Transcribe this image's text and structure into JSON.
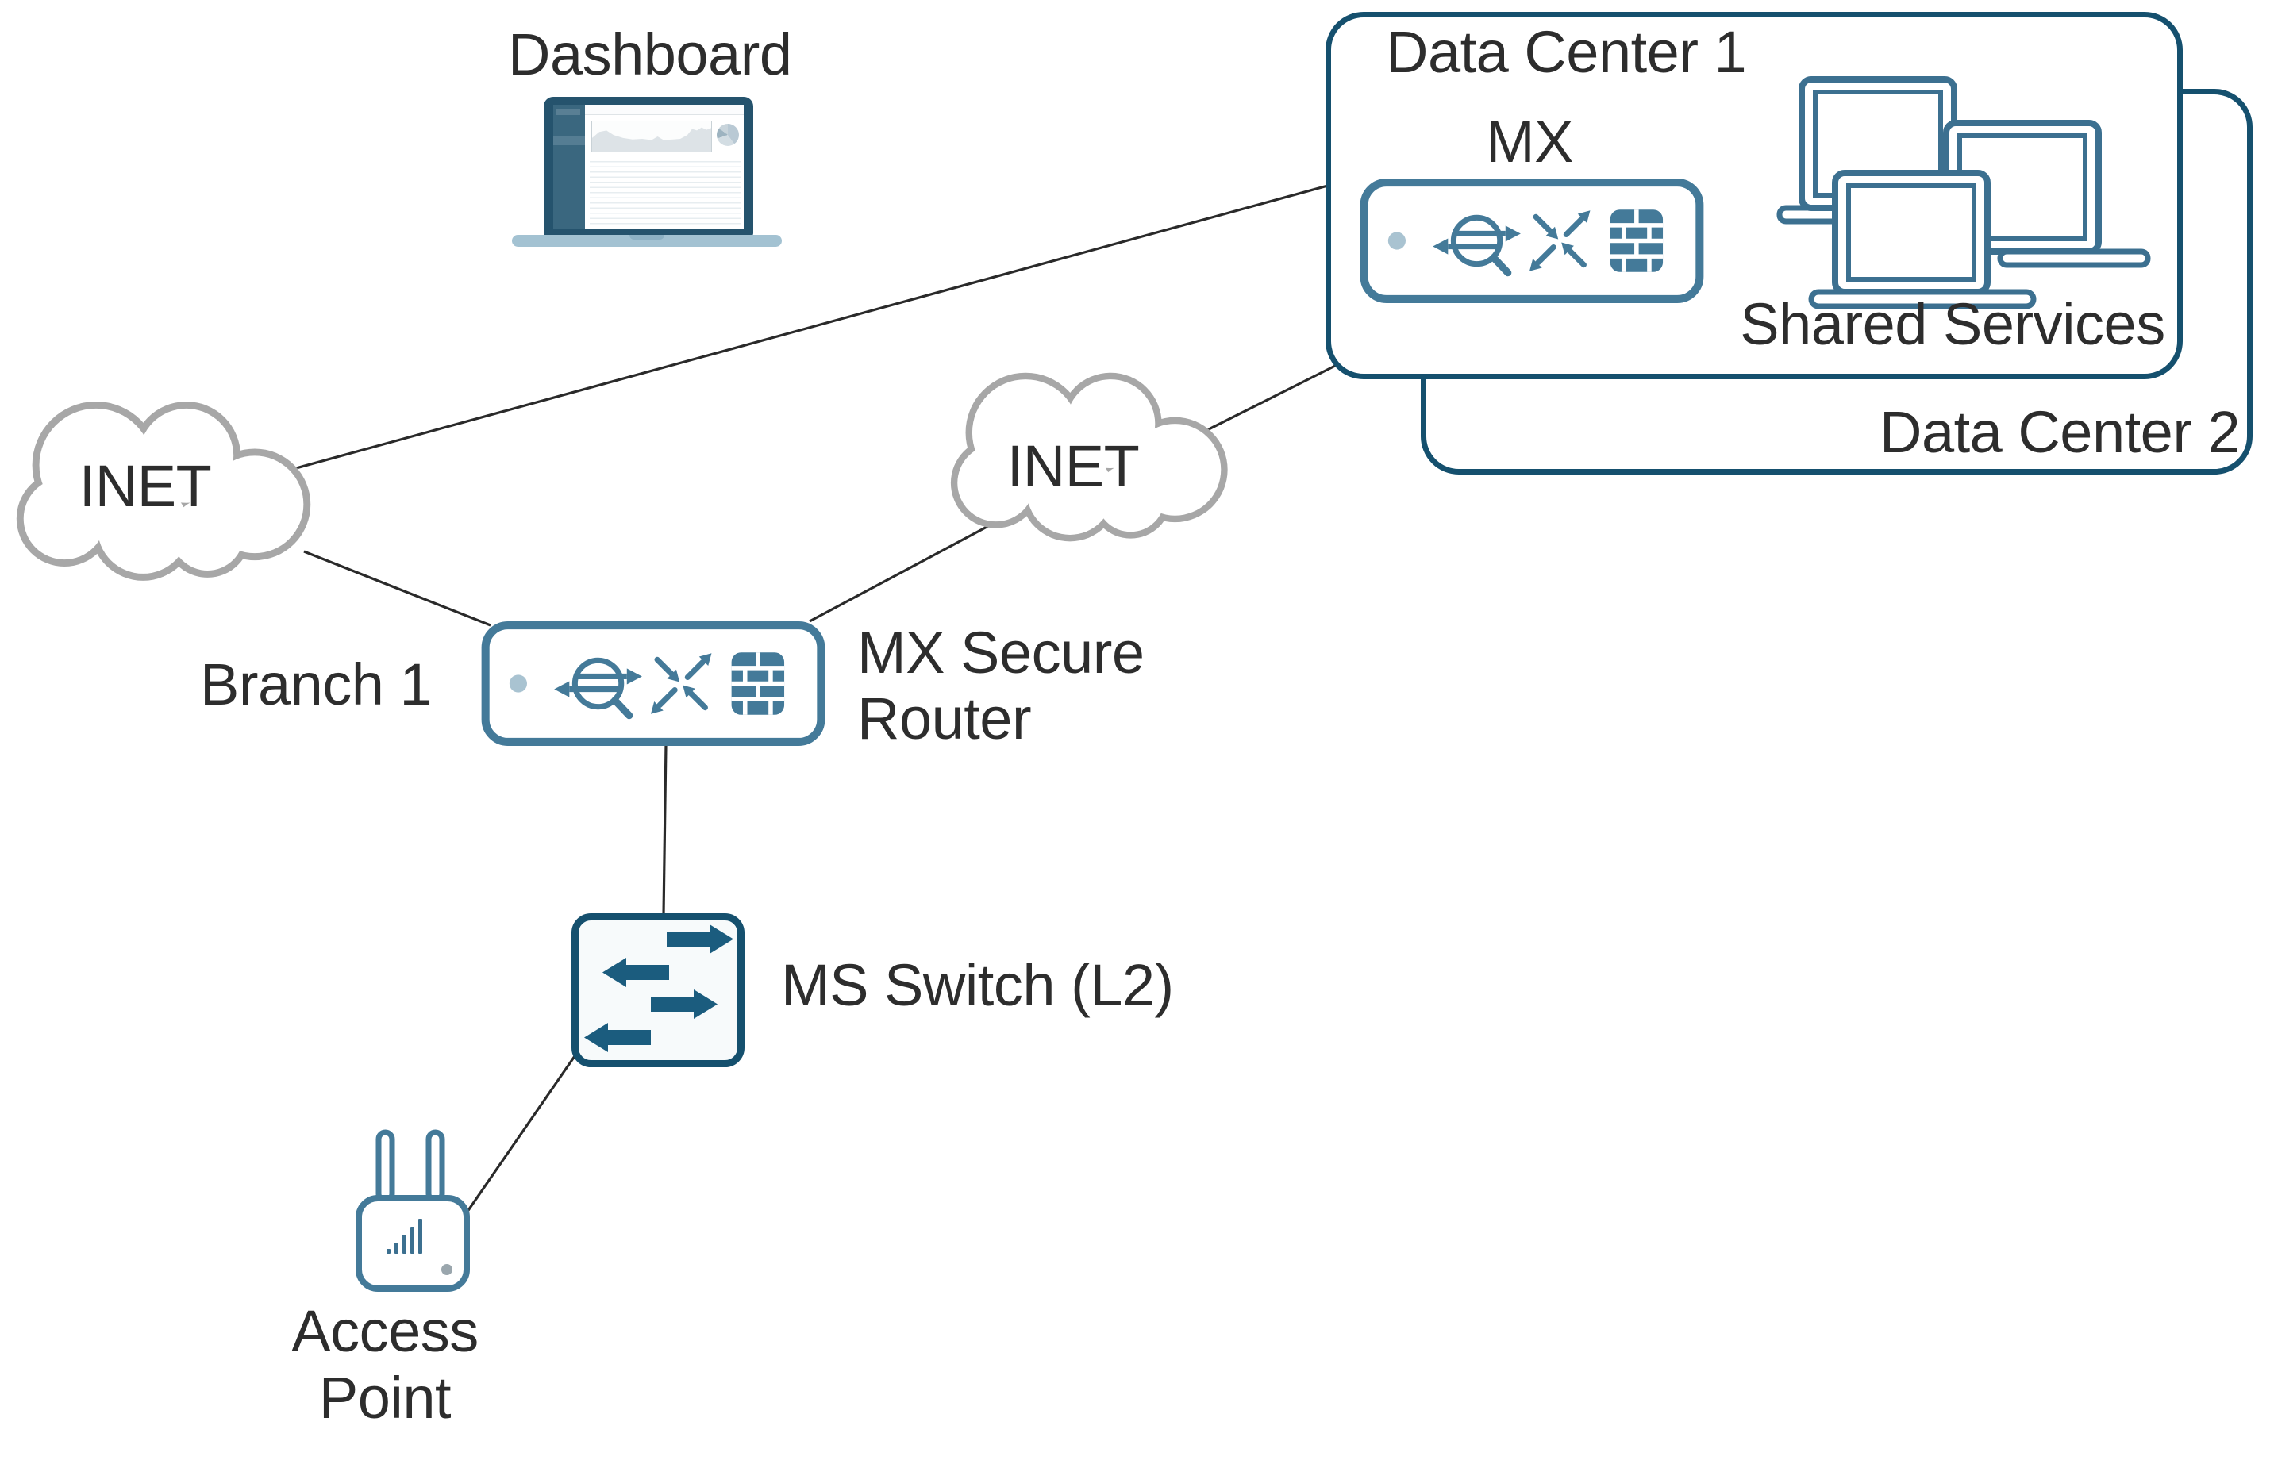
{
  "labels": {
    "dashboard": "Dashboard",
    "data_center_1": "Data Center 1",
    "dc_mx": "MX",
    "shared_services": "Shared Services",
    "data_center_2": "Data Center 2",
    "inet_left": "INET",
    "inet_right": "INET",
    "branch": "Branch 1",
    "branch_router": "MX Secure Router",
    "switch": "MS Switch (L2)",
    "access_point": "Access Point"
  },
  "colors": {
    "data_center_border": "#15506e",
    "device_border": "#447a99",
    "switch_arrow": "#1b5c7e",
    "cloud_outline": "#a7a7a7",
    "connector_line": "#2a2a2a",
    "label_text": "#2d2d2d",
    "status_led": "#a9c3d1",
    "ap_led": "#9aa6ad",
    "laptop_shell": "#25536d",
    "laptop_base": "#a3c2d2"
  },
  "icons": {
    "mx_appliance": "rounded appliance with routing, crossed-arrows and firewall glyphs",
    "router_glyph": "circle with left/right arrows and handle",
    "crossed_arrows_glyph": "four diagonal traffic arrows",
    "firewall_glyph": "brick grid",
    "switch_glyph": "four alternating left/right block arrows",
    "access_point_glyph": "box with two antennas and signal bars",
    "cloud_glyph": "internet cloud",
    "laptop_glyph": "laptop with dashboard screen"
  }
}
